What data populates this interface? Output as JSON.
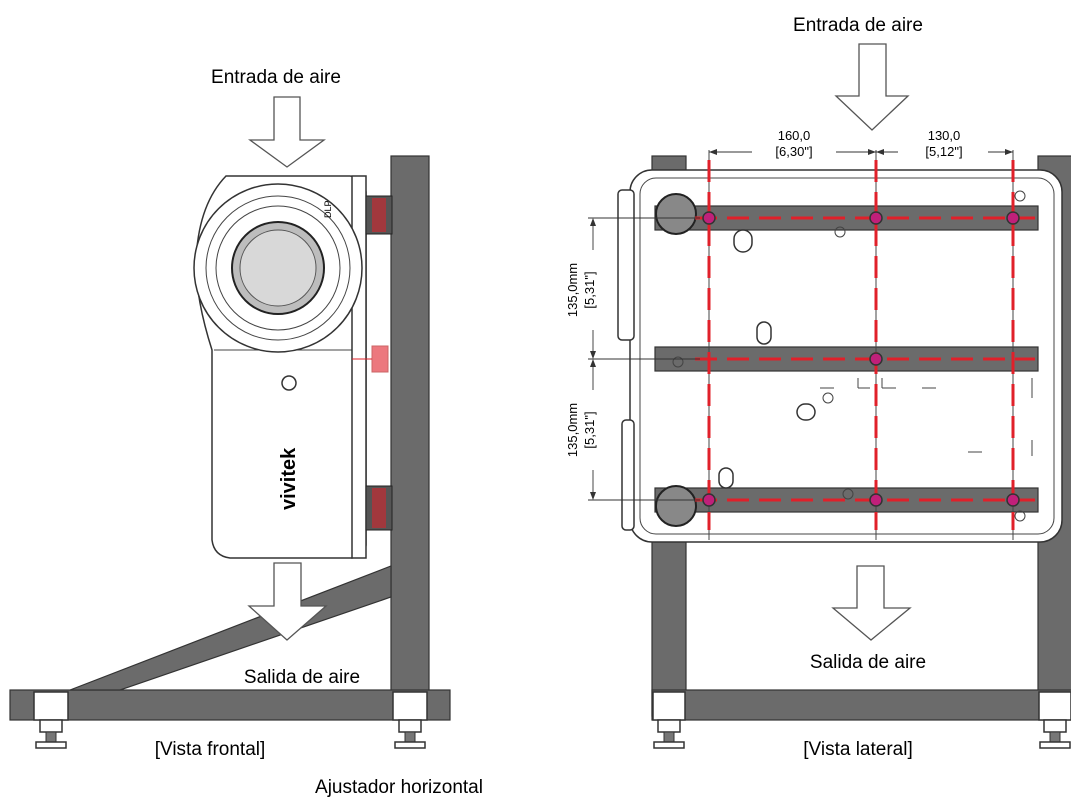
{
  "labels": {
    "front_air_intake": "Entrada de aire",
    "front_air_outlet": "Salida de aire",
    "front_view": "[Vista frontal]",
    "horizontal_adjuster": "Ajustador horizontal",
    "side_air_intake": "Entrada de aire",
    "side_air_outlet": "Salida de aire",
    "side_view": "[Vista lateral]"
  },
  "dimensions": {
    "width_left": "160,0",
    "width_left_in": "[6,30\"]",
    "width_right": "130,0",
    "width_right_in": "[5,12\"]",
    "height_top": "135,0mm",
    "height_top_in": "[5,31\"]",
    "height_bottom": "135,0mm",
    "height_bottom_in": "[5,31\"]"
  },
  "branding": {
    "logo": "vivitek",
    "badge": "DLP"
  },
  "colors": {
    "frame": "#6b6b6b",
    "mount_lines": "#e0202a",
    "mount_points": "#c0207a"
  }
}
